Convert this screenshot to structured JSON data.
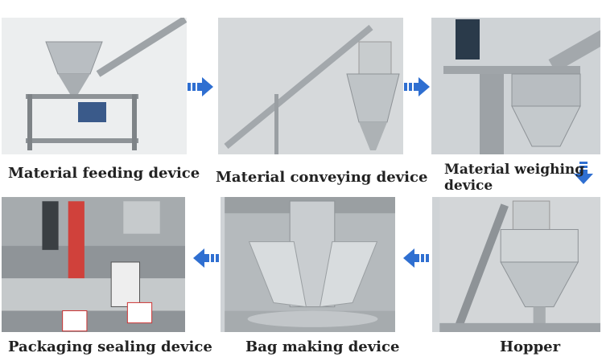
{
  "steps": [
    {
      "id": "feeding",
      "label": "Material feeding device"
    },
    {
      "id": "conveying",
      "label": "Material conveying device"
    },
    {
      "id": "weighing",
      "label": "Material weighing device"
    },
    {
      "id": "hopper",
      "label": "Hopper"
    },
    {
      "id": "bagmaking",
      "label": "Bag making device"
    },
    {
      "id": "sealing",
      "label": "Packaging sealing device"
    }
  ],
  "colors": {
    "arrow": "#2f6fd1",
    "text": "#222222"
  },
  "icons": {
    "flow_right": "arrow-right-icon",
    "flow_down": "arrow-down-icon",
    "flow_left": "arrow-left-icon"
  }
}
